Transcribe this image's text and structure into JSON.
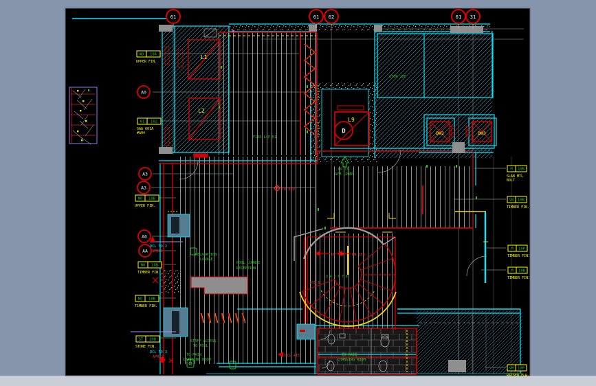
{
  "frame": {
    "outer": "#8695ac",
    "bottom_bar": "#c9cdd5",
    "canvas": "#000000"
  },
  "palette": {
    "wall_cyan": "#00e8ff",
    "wall_red": "#d40000",
    "marker_red": "#e00000",
    "tag_yellow": "#ffff00",
    "note_green": "#22c522",
    "deck_gray": "#b4b4b4",
    "hatch_blue": "#4e8098",
    "slate": "#567d92",
    "purple": "#a98cf2"
  },
  "axis_bubbles": [
    {
      "label": "61"
    },
    {
      "label": "61"
    },
    {
      "label": "62"
    },
    {
      "label": "61"
    },
    {
      "label": "31"
    }
  ],
  "section_markers": [
    {
      "label": "A0"
    },
    {
      "label": "A3"
    },
    {
      "label": "A3"
    },
    {
      "label": "A6"
    },
    {
      "label": "AA"
    }
  ],
  "tags_left": [
    {
      "code": "WD",
      "num": "10A",
      "sub1": "UPPER FIN.",
      "sub2": ""
    },
    {
      "code": "01",
      "num": "102",
      "sub1": "SAA 601A",
      "sub2": "#A04"
    },
    {
      "code": "NO",
      "num": "10B",
      "sub1": "UPPER FIN.",
      "sub2": ""
    },
    {
      "code": "NO",
      "num": "10B",
      "sub1": "TIMBER FIN.",
      "sub2": ""
    },
    {
      "code": "NO",
      "num": "10B",
      "sub1": "TIMBER FIN.",
      "sub2": ""
    },
    {
      "code": "ST",
      "num": "108",
      "sub1": "STONE FIN.",
      "sub2": ""
    }
  ],
  "tags_right": [
    {
      "code": "M",
      "num": "10B",
      "sub1": "SLAB MTL",
      "sub2": "BOLT"
    },
    {
      "code": "VB",
      "num": "10B",
      "sub1": "TIMBER FIN.",
      "sub2": ""
    },
    {
      "code": "M",
      "num": "10P",
      "sub1": "TIMBER FIN.",
      "sub2": ""
    },
    {
      "code": "M",
      "num": "10B",
      "sub1": "TIMBER FIN.",
      "sub2": ""
    },
    {
      "code": "VM",
      "num": "10P",
      "sub1": "RAISED FLR.",
      "sub2": ""
    }
  ],
  "rooms": {
    "lift1": "L1",
    "lift2": "L2",
    "lift9": "L9",
    "lift9_car": "D",
    "dw2": "DW2",
    "dw3": "DW3",
    "store": "STOR 20F",
    "deck_note": "F103 L4P R1"
  },
  "annotations": {
    "gym1": "UP TO",
    "gym2": "GYM LOBBY",
    "relax1": "RELAXATION",
    "relax2": "LOUNGE",
    "pool1": "POOL LOUNGE",
    "pool2": "RECEPTION",
    "staff1": "STAFF ACCESS",
    "staff2": "TO POOL",
    "chg1a": "TO MAIN",
    "chg1b": "CHANGING ROOM",
    "chg2a": "TO MAIN",
    "chg2b": "CHANGING ROOM",
    "dcl2": "DCL TO-2",
    "dcl2_sub": "APR11",
    "dcl3": "DCL TO-3",
    "dcl3_sub": "APR11",
    "level": "TD 089",
    "stair_up": "UP 17R",
    "stair_dn": "DN 15R",
    "stair_no": "101 G",
    "treads": "3 4 5 6 7 8",
    "dcl_lvl": "DCL +45"
  }
}
